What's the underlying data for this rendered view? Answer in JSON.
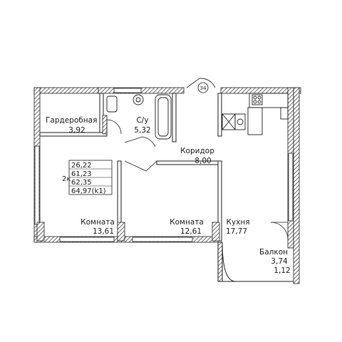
{
  "plan": {
    "unit_badge": "34",
    "rooms": [
      {
        "id": "wardrobe",
        "name": "Гардеробная",
        "area": "3,92"
      },
      {
        "id": "bathroom",
        "name": "С/у",
        "area": "5,32"
      },
      {
        "id": "corridor",
        "name": "Коридор",
        "area": "8,00"
      },
      {
        "id": "room1",
        "name": "Комната",
        "area": "13,61"
      },
      {
        "id": "room2",
        "name": "Комната",
        "area": "12,61"
      },
      {
        "id": "kitchen",
        "name": "Кухня",
        "area": "17,77"
      },
      {
        "id": "balcony",
        "name": "Балкон",
        "area": "3,74",
        "area2": "1,12"
      }
    ],
    "summary": {
      "type": "2к",
      "values": [
        "26,22",
        "61,23",
        "62,35",
        "64,97(k1)"
      ]
    }
  }
}
